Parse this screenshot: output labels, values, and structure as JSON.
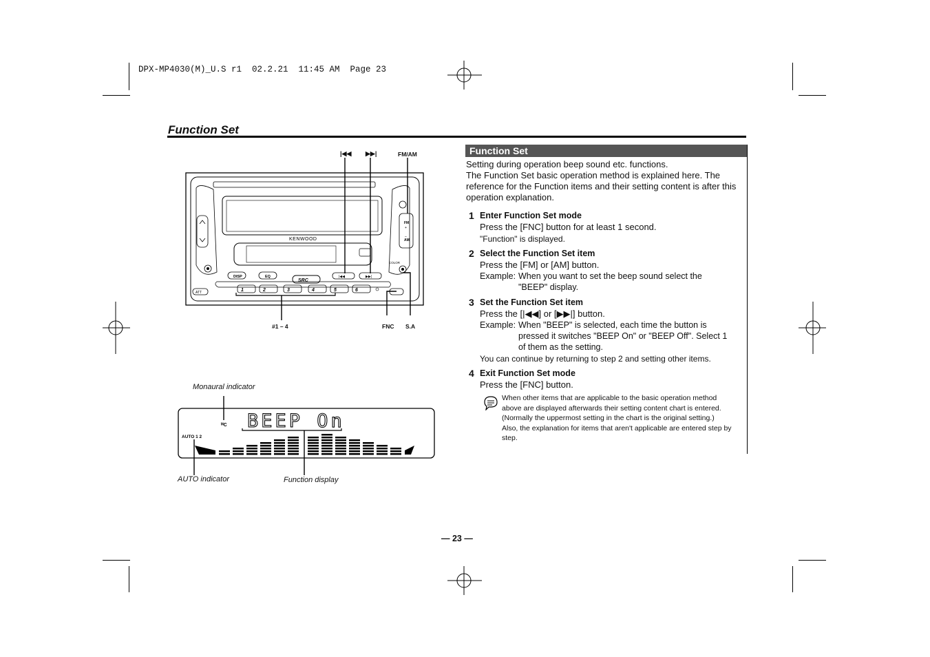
{
  "header": {
    "print_line": "DPX-MP4030(M)_U.S r1  02.2.21  11:45 AM  Page 23"
  },
  "page": {
    "heading": "Function Set",
    "number": "— 23 —"
  },
  "figure": {
    "callouts": {
      "prev_track": "|◀◀",
      "next_track": "▶▶|",
      "fm_am": "FM/AM",
      "preset_range": "#1 – 4",
      "fnc": "FNC",
      "sa": "S.A"
    },
    "faceplate": {
      "brand": "KENWOOD",
      "src": "SRC",
      "disp": "DISP",
      "eq": "EQ",
      "att": "ATT",
      "fnc_btn": "FNC",
      "preset_1": "1",
      "preset_2": "2",
      "preset_3": "3",
      "preset_4": "4",
      "preset_5": "5",
      "preset_6": "6",
      "fm_knob": "FM\n+\n–\nAM",
      "color_label": "COLOR"
    },
    "display": {
      "text": "BEEP On",
      "auto_badge": "AUTO 1 2",
      "mono_badge": "ᴹC",
      "monaural_label": "Monaural indicator",
      "auto_label": "AUTO indicator",
      "function_label": "Function display"
    }
  },
  "section": {
    "title": "Function Set",
    "intro_1": "Setting during operation beep sound etc. functions.",
    "intro_2": "The Function Set basic operation method is explained here. The reference for the Function items and their setting content is after this operation explanation.",
    "steps": [
      {
        "num": "1",
        "title": "Enter Function Set mode",
        "line1": "Press the [FNC] button for at least 1 second.",
        "line2": "\"Function\" is displayed."
      },
      {
        "num": "2",
        "title": "Select the Function Set item",
        "line1": "Press the [FM] or [AM] button.",
        "example_label": "Example:",
        "example_1": "When you want to set the beep sound select the",
        "example_2": "\"BEEP\" display."
      },
      {
        "num": "3",
        "title": "Set the Function Set item",
        "line1": "Press the [|◀◀] or [▶▶|] button.",
        "example_label": "Example:",
        "example_1": "When \"BEEP\" is selected, each time the button is",
        "example_2": "pressed it switches \"BEEP On\" or \"BEEP Off\". Select 1",
        "example_3": "of them as the setting.",
        "line_after": "You can continue by returning to step 2 and setting other items."
      },
      {
        "num": "4",
        "title": "Exit Function Set mode",
        "line1": "Press the [FNC] button."
      }
    ],
    "note_1": "When other items that are applicable to the basic operation method above are displayed afterwards their setting content chart is entered. (Normally the uppermost setting in the chart is the original setting.)",
    "note_2": "Also, the explanation for items that aren't applicable are entered step by step."
  }
}
